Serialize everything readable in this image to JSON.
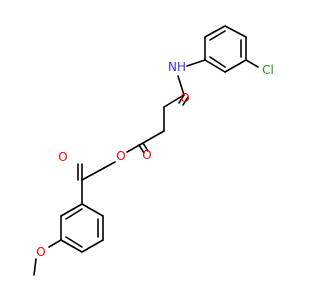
{
  "molecule": {
    "atoms": {
      "nh": {
        "text": "NH",
        "color": "#3333ff"
      },
      "cl": {
        "text": "Cl",
        "color": "#1a9c1a"
      },
      "o_amide": {
        "text": "O",
        "color": "#ff0000"
      },
      "o_ester_carbonyl": {
        "text": "O",
        "color": "#ff0000"
      },
      "o_ester": {
        "text": "O",
        "color": "#ff0000"
      },
      "o_ketone": {
        "text": "O",
        "color": "#ff0000"
      },
      "o_methoxy": {
        "text": "O",
        "color": "#ff0000"
      }
    },
    "colors": {
      "bond": "#000000",
      "background": "#ffffff"
    }
  }
}
